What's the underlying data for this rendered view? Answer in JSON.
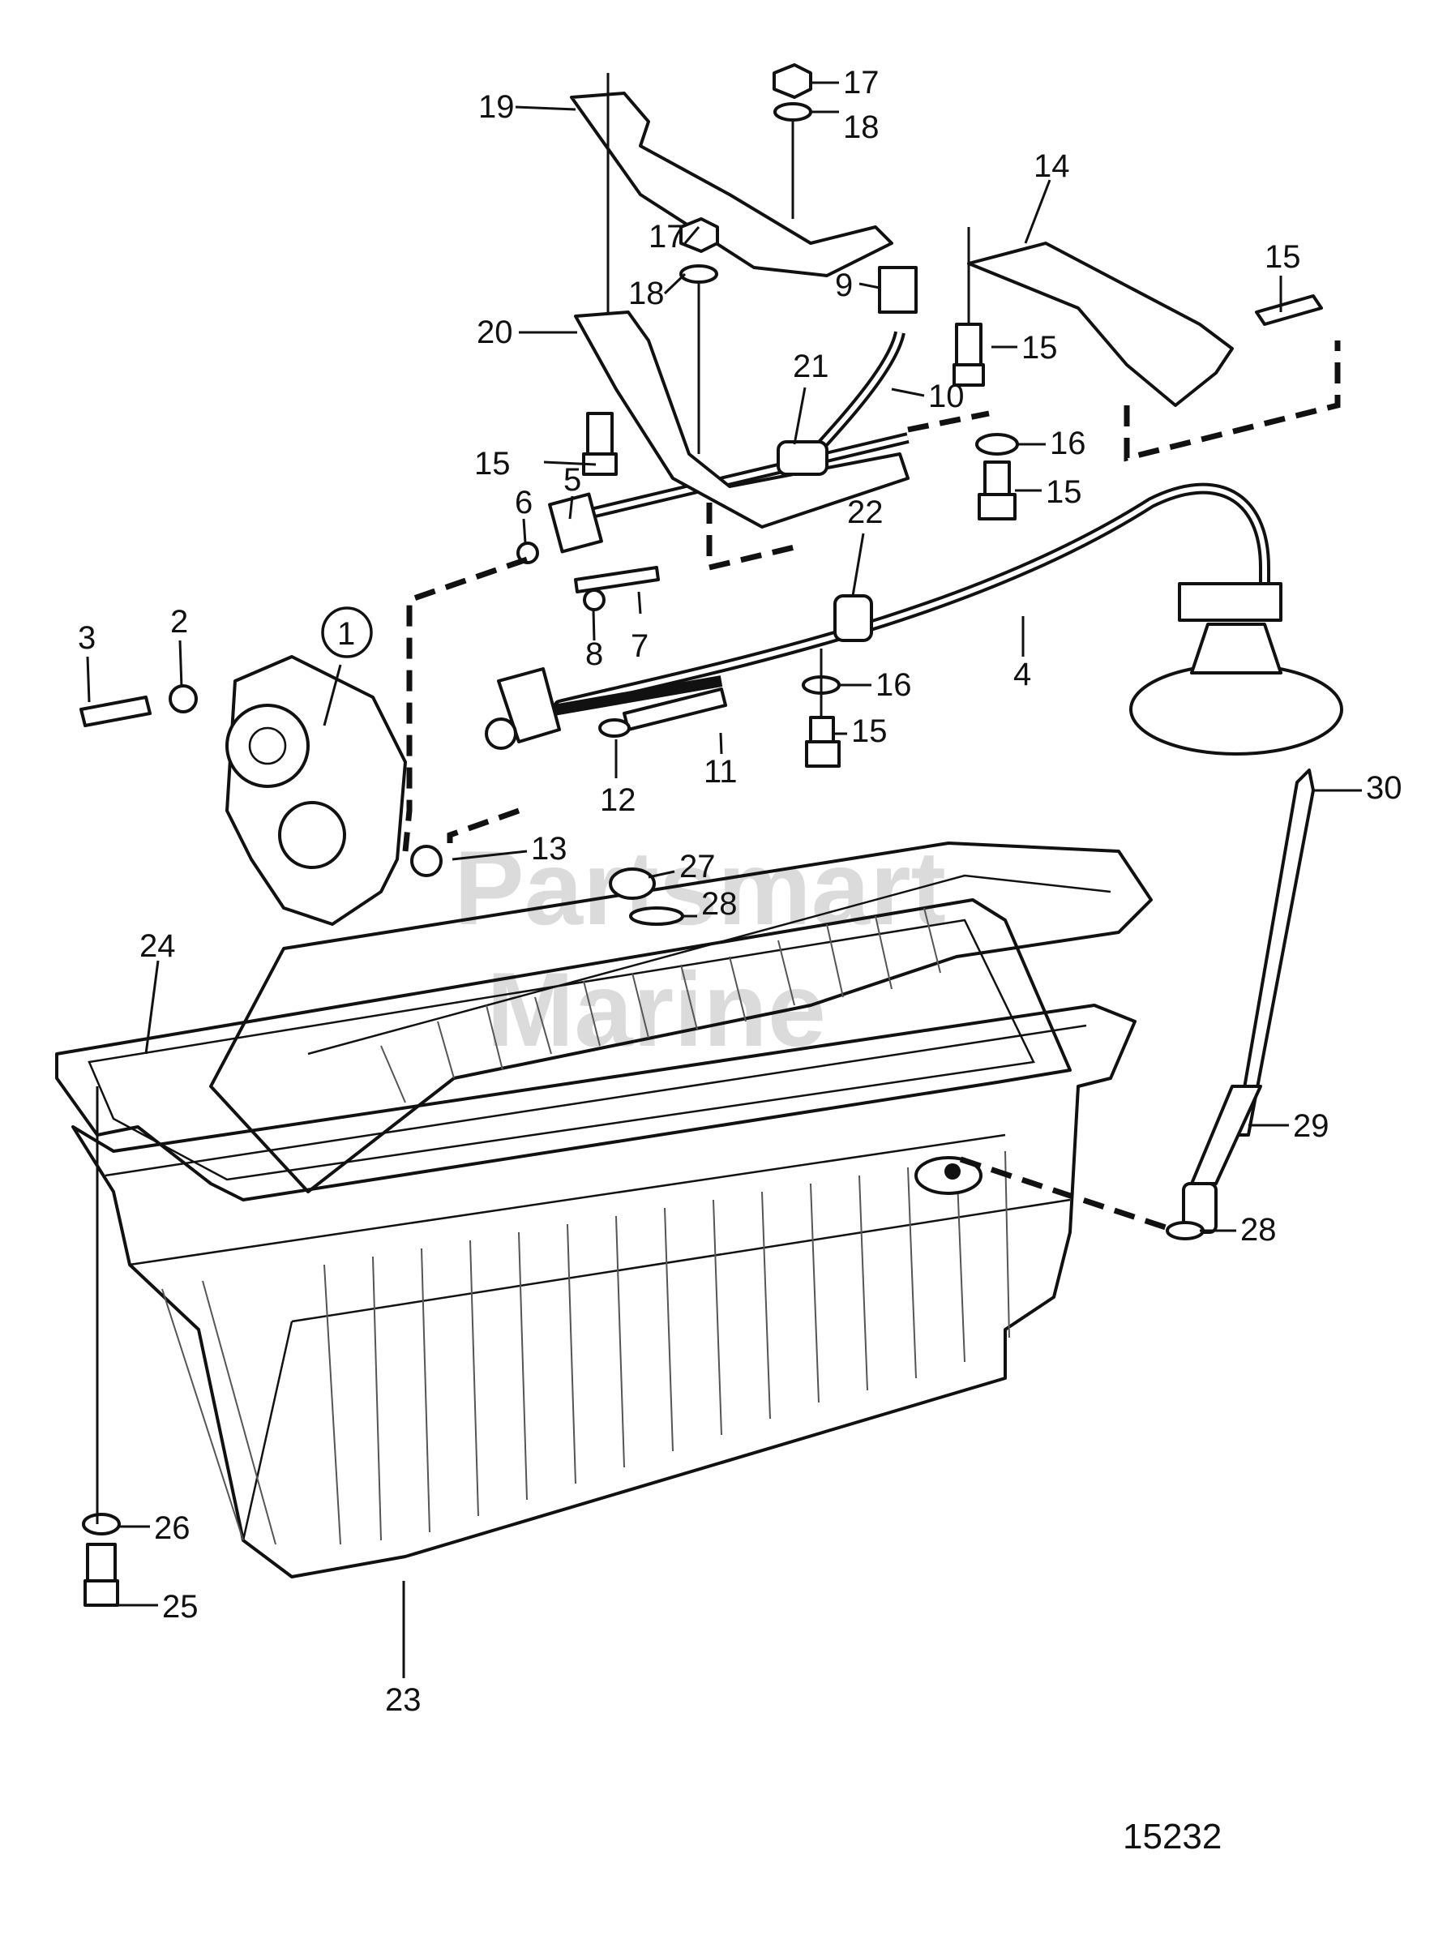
{
  "diagram": {
    "reference_number": "15232",
    "watermark": [
      "Partsmart",
      "Marine"
    ],
    "callouts": [
      {
        "id": "c1",
        "label": "1",
        "circled": true
      },
      {
        "id": "c2",
        "label": "2"
      },
      {
        "id": "c3",
        "label": "3"
      },
      {
        "id": "c4",
        "label": "4"
      },
      {
        "id": "c5",
        "label": "5"
      },
      {
        "id": "c6",
        "label": "6"
      },
      {
        "id": "c7",
        "label": "7"
      },
      {
        "id": "c8",
        "label": "8"
      },
      {
        "id": "c9",
        "label": "9"
      },
      {
        "id": "c10",
        "label": "10"
      },
      {
        "id": "c11",
        "label": "11"
      },
      {
        "id": "c12",
        "label": "12"
      },
      {
        "id": "c13",
        "label": "13"
      },
      {
        "id": "c14",
        "label": "14"
      },
      {
        "id": "c15a",
        "label": "15"
      },
      {
        "id": "c15b",
        "label": "15"
      },
      {
        "id": "c15c",
        "label": "15"
      },
      {
        "id": "c15d",
        "label": "15"
      },
      {
        "id": "c15e",
        "label": "15"
      },
      {
        "id": "c16a",
        "label": "16"
      },
      {
        "id": "c16b",
        "label": "16"
      },
      {
        "id": "c17a",
        "label": "17"
      },
      {
        "id": "c17b",
        "label": "17"
      },
      {
        "id": "c18a",
        "label": "18"
      },
      {
        "id": "c18b",
        "label": "18"
      },
      {
        "id": "c19",
        "label": "19"
      },
      {
        "id": "c20",
        "label": "20"
      },
      {
        "id": "c21",
        "label": "21"
      },
      {
        "id": "c22",
        "label": "22"
      },
      {
        "id": "c23",
        "label": "23"
      },
      {
        "id": "c24",
        "label": "24"
      },
      {
        "id": "c25",
        "label": "25"
      },
      {
        "id": "c26",
        "label": "26"
      },
      {
        "id": "c27",
        "label": "27"
      },
      {
        "id": "c28a",
        "label": "28"
      },
      {
        "id": "c28b",
        "label": "28"
      },
      {
        "id": "c29",
        "label": "29"
      },
      {
        "id": "c30",
        "label": "30"
      }
    ]
  }
}
